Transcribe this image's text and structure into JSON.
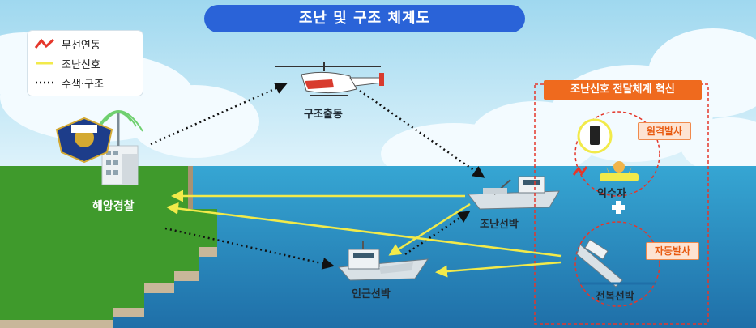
{
  "title": "조난 및 구조 체계도",
  "legend": [
    {
      "label": "무선연동",
      "icon": "red-zigzag-line",
      "color": "#e5372b"
    },
    {
      "label": "조난신호",
      "icon": "yellow-line",
      "color": "#f2ea4a"
    },
    {
      "label": "수색·구조",
      "icon": "black-dotted-line",
      "color": "#111111"
    }
  ],
  "nodes": {
    "coast_guard": "해양경찰",
    "helicopter": "구조출동",
    "distress_ship": "조난선박",
    "nearby_ship": "인근선박",
    "swimmer": "익수자",
    "capsized_ship": "전복선박"
  },
  "innovation": {
    "title": "조난신호 전달체계 혁신",
    "remote_tag": "원격발사",
    "auto_tag": "자동발사"
  },
  "colors": {
    "title_bg": "#2a63d8",
    "accent_orange": "#ef6a1e",
    "distress_red": "#e5372b",
    "signal_yellow": "#f2ea4a",
    "sea": "#2a93c4",
    "land": "#3f9a2c"
  }
}
